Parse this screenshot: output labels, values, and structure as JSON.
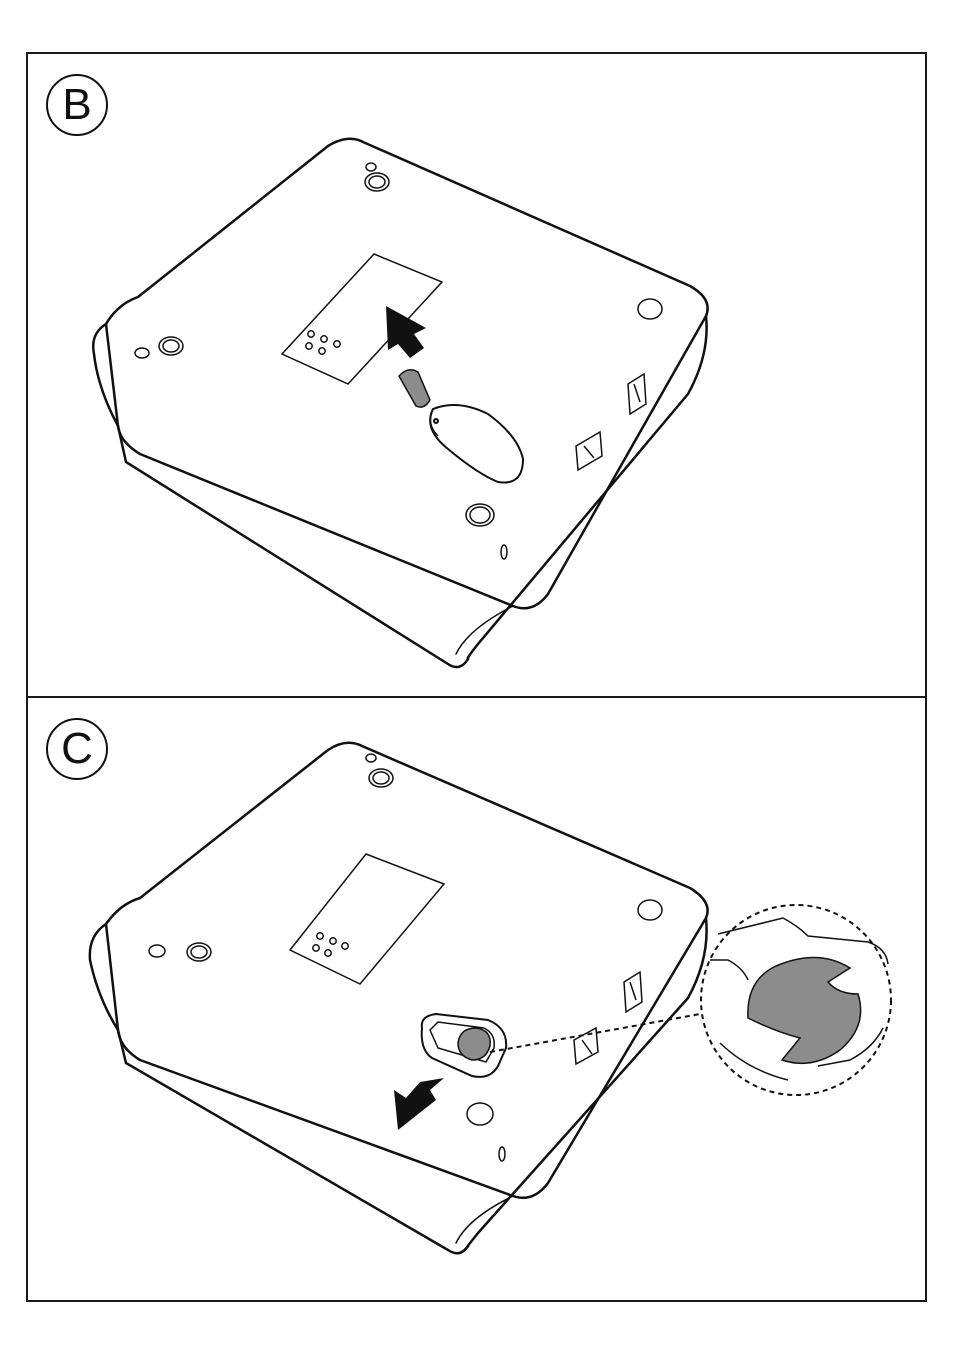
{
  "steps": [
    {
      "label": "B"
    },
    {
      "label": "C"
    }
  ],
  "colors": {
    "outline": "#111111",
    "panel_border": "#1a1a1a",
    "fill_gray": "#8c8c8c",
    "background": "#ffffff"
  },
  "icons": {
    "panel_b": [
      "device-bottom-illustration",
      "battery-cover-icon",
      "label-plate-icon",
      "up-arrow-icon",
      "rubber-foot-icon"
    ],
    "panel_c": [
      "device-bottom-illustration",
      "battery-compartment-icon",
      "coin-battery-icon",
      "down-arrow-icon",
      "zoom-detail-icon"
    ]
  }
}
